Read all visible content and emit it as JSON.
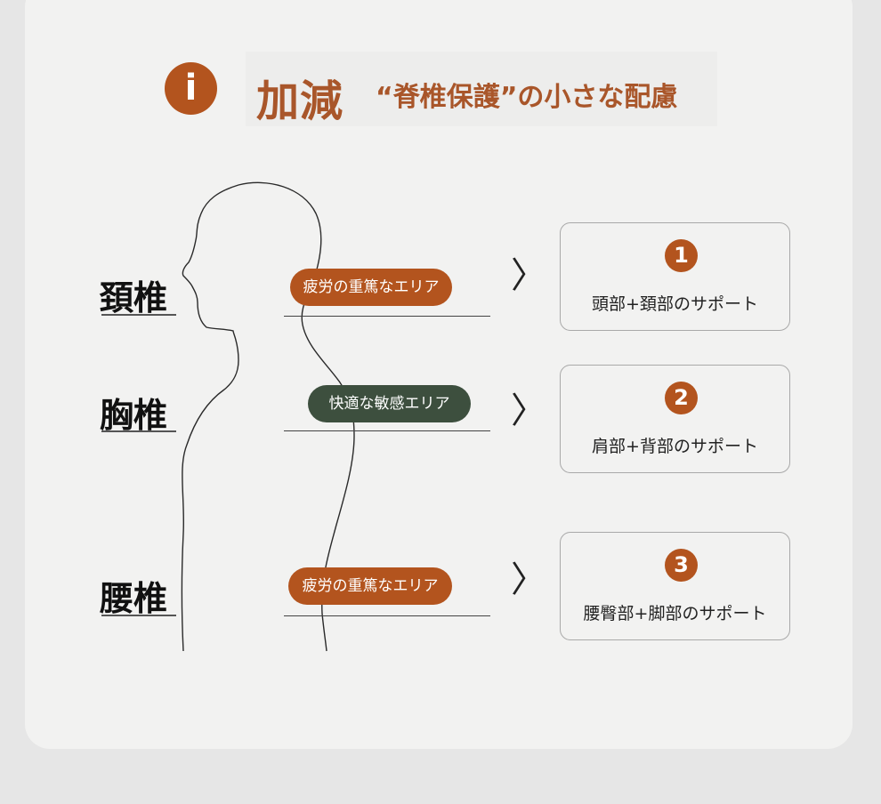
{
  "header": {
    "info_glyph": "i",
    "title_main": "加減",
    "title_sub": "“脊椎保護”の小さな配慮"
  },
  "colors": {
    "accent": "#b3541e",
    "green": "#3d4f3e",
    "card_bg": "#f2f2f1",
    "page_bg": "#e6e6e6"
  },
  "rows": [
    {
      "spine_label": "頚椎",
      "pill_text": "疲労の重篤なエリア",
      "pill_color": "orange",
      "number": "1",
      "support_text": "頭部+頚部のサポート"
    },
    {
      "spine_label": "胸椎",
      "pill_text": "快適な敏感エリア",
      "pill_color": "green",
      "number": "2",
      "support_text": "肩部+背部のサポート"
    },
    {
      "spine_label": "腰椎",
      "pill_text": "疲労の重篤なエリア",
      "pill_color": "orange",
      "number": "3",
      "support_text": "腰臀部+脚部のサポート"
    }
  ],
  "icons": {
    "chevron": "chevron-right-icon",
    "info": "info-icon"
  }
}
